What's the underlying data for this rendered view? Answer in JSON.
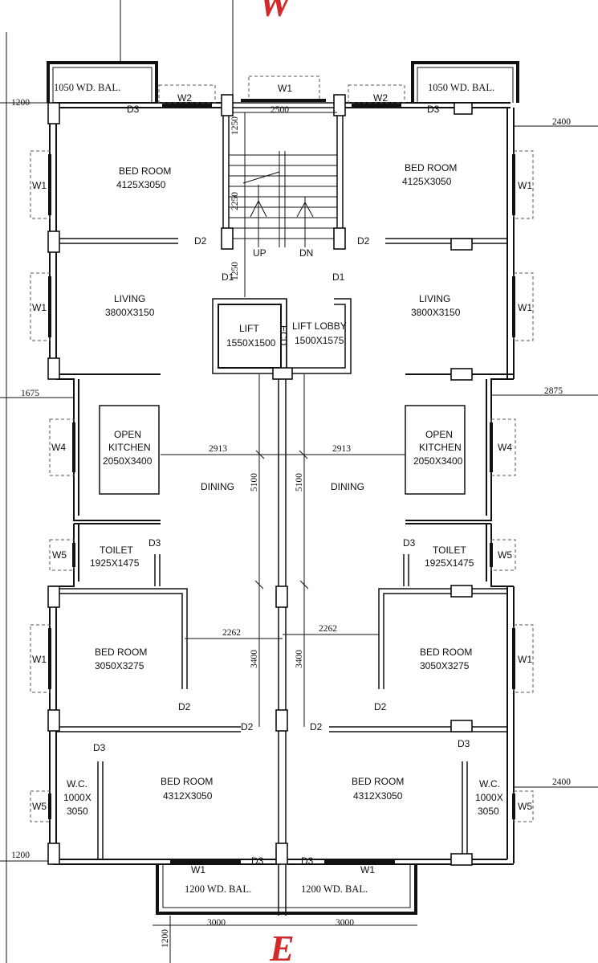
{
  "compass": {
    "top": "W",
    "bottom": "E"
  },
  "rooms": {
    "bal_tl": "1050 WD. BAL.",
    "bal_tr": "1050 WD. BAL.",
    "bed1_l_name": "BED ROOM",
    "bed1_l_size": "4125X3050",
    "bed1_r_name": "BED ROOM",
    "bed1_r_size": "4125X3050",
    "living_l_name": "LIVING",
    "living_l_size": "3800X3150",
    "living_r_name": "LIVING",
    "living_r_size": "3800X3150",
    "lift_name": "LIFT",
    "lift_size": "1550X1500",
    "lobby_name": "LIFT LOBBY",
    "lobby_size": "1500X1575",
    "ecd": "ECD",
    "kitchen_l_1": "OPEN",
    "kitchen_l_2": "KITCHEN",
    "kitchen_l_3": "2050X3400",
    "kitchen_r_1": "OPEN",
    "kitchen_r_2": "KITCHEN",
    "kitchen_r_3": "2050X3400",
    "dining_l": "DINING",
    "dining_r": "DINING",
    "toilet_l_name": "TOILET",
    "toilet_l_size": "1925X1475",
    "toilet_r_name": "TOILET",
    "toilet_r_size": "1925X1475",
    "bed2_l_name": "BED ROOM",
    "bed2_l_size": "3050X3275",
    "bed2_r_name": "BED ROOM",
    "bed2_r_size": "3050X3275",
    "bed3_l_name": "BED ROOM",
    "bed3_l_size": "4312X3050",
    "bed3_r_name": "BED ROOM",
    "bed3_r_size": "4312X3050",
    "wc_l_1": "W.C.",
    "wc_l_2": "1000X",
    "wc_l_3": "3050",
    "wc_r_1": "W.C.",
    "wc_r_2": "1000X",
    "wc_r_3": "3050",
    "bal_bl": "1200 WD. BAL.",
    "bal_br": "1200 WD. BAL."
  },
  "stair": {
    "up": "UP",
    "dn": "DN"
  },
  "openings": {
    "w1": "W1",
    "w2": "W2",
    "w4": "W4",
    "w5": "W5",
    "d1": "D1",
    "d2": "D2",
    "d3": "D3"
  },
  "dimensions": {
    "d1200_top": "1200",
    "d2400_top": "2400",
    "d2500": "2500",
    "d1250_a": "1250",
    "d2250": "2250",
    "d1250_b": "1250",
    "d1675": "1675",
    "d2875": "2875",
    "d2913_l": "2913",
    "d2913_r": "2913",
    "d5100_l": "5100",
    "d5100_r": "5100",
    "d2262_l": "2262",
    "d2262_r": "2262",
    "d3400_l": "3400",
    "d3400_r": "3400",
    "d2400_bot": "2400",
    "d1200_bot": "1200",
    "d3000_l": "3000",
    "d3000_r": "3000",
    "d1200_vert": "1200"
  }
}
